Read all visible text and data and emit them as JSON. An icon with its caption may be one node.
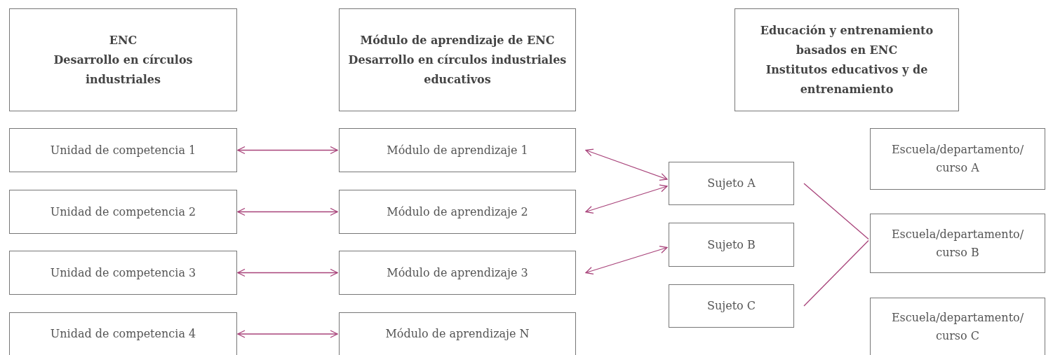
{
  "diagram": {
    "nodes": [
      {
        "text": [
          "ENC",
          "Desarrollo en círculos industriales"
        ]
      },
      {
        "text": [
          "Módulo de aprendizaje de ENC",
          "Desarrollo en círculos industriales educativos"
        ]
      },
      {
        "text": [
          "Educación y entrenamiento basados en ENC",
          "Institutos educativos y de entrenamiento"
        ]
      },
      {
        "text": [
          "Unidad de competencia 1"
        ]
      },
      {
        "text": [
          "Unidad de competencia 2"
        ]
      },
      {
        "text": [
          "Unidad de competencia 3"
        ]
      },
      {
        "text": [
          "Unidad de competencia 4"
        ]
      },
      {
        "text": [
          "Módulo de aprendizaje 1"
        ]
      },
      {
        "text": [
          "Módulo de aprendizaje 2"
        ]
      },
      {
        "text": [
          "Módulo de aprendizaje 3"
        ]
      },
      {
        "text": [
          "Módulo de aprendizaje N"
        ]
      },
      {
        "text": [
          "Sujeto A"
        ]
      },
      {
        "text": [
          "Sujeto B"
        ]
      },
      {
        "text": [
          "Sujeto C"
        ]
      },
      {
        "text": [
          "Escuela/departamento/ curso A"
        ]
      },
      {
        "text": [
          "Escuela/departamento/ curso B"
        ]
      },
      {
        "text": [
          "Escuela/departamento/ curso C"
        ]
      }
    ],
    "edges": [
      {
        "from": 3,
        "to": 7,
        "arrow": "both"
      },
      {
        "from": 4,
        "to": 8,
        "arrow": "both"
      },
      {
        "from": 5,
        "to": 9,
        "arrow": "both"
      },
      {
        "from": 6,
        "to": 10,
        "arrow": "both"
      },
      {
        "from": 7,
        "to": 11,
        "arrow": "both"
      },
      {
        "from": 8,
        "to": 11,
        "arrow": "both"
      },
      {
        "from": 9,
        "to": 12,
        "arrow": "both"
      },
      {
        "from": 11,
        "to": 15,
        "arrow": "none"
      },
      {
        "from": 13,
        "to": 15,
        "arrow": "none"
      }
    ]
  }
}
